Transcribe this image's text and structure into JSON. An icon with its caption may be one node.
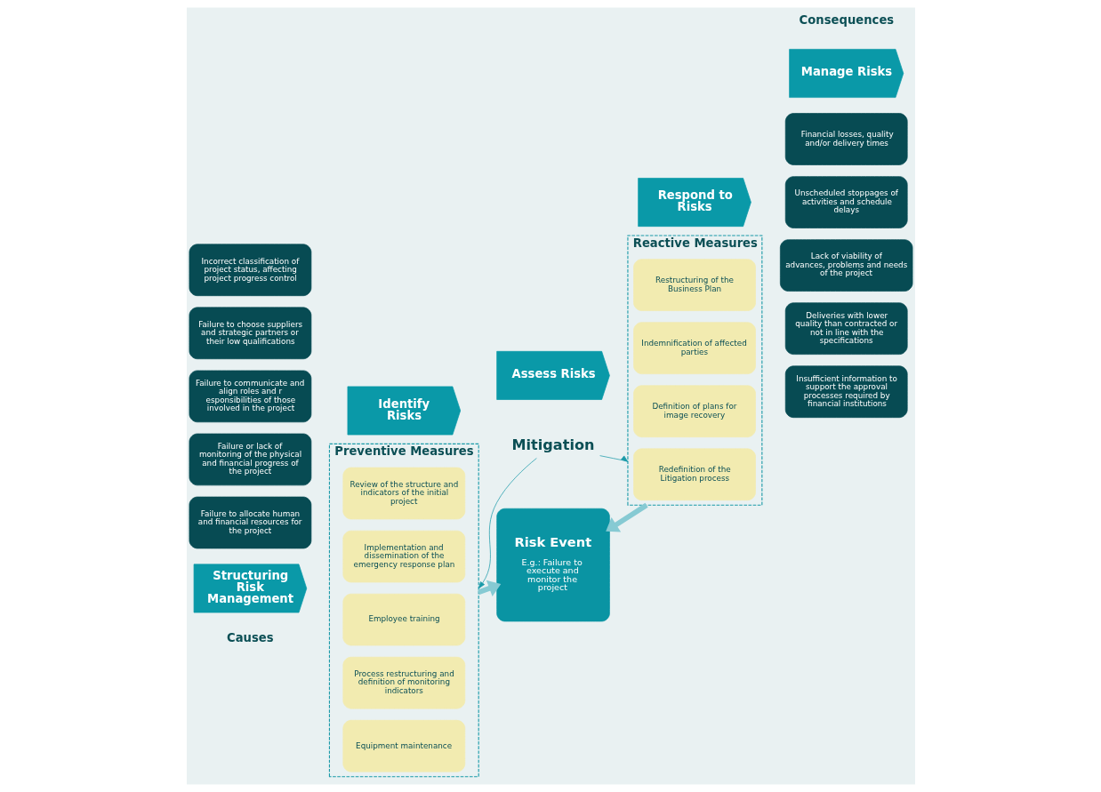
{
  "diagram": {
    "nodes": [
      {
        "text": [
          "Structuring Risk Management"
        ]
      },
      {
        "text": [
          "Identify Risks"
        ]
      },
      {
        "text": [
          "Assess Risks"
        ]
      },
      {
        "text": [
          "Respond to Risks"
        ]
      },
      {
        "text": [
          "Manage Risks"
        ]
      },
      {
        "text": [
          "Mitigation"
        ]
      },
      {
        "text": [
          "Failure to allocate human and financial resources for the project"
        ]
      },
      {
        "text": [
          "Failure or lack of monitoring of the physical and financial progress of the project"
        ]
      },
      {
        "text": [
          "Failure to communicate and align roles and r esponsibilities of those involved in the project"
        ]
      },
      {
        "text": [
          "Failure to choose suppliers and strategic partners or their low qualifications"
        ]
      },
      {
        "text": [
          "Incorrect classification of project status, affecting project progress control"
        ]
      },
      {
        "text": [
          "Preventive Measures"
        ]
      },
      {
        "text": [
          "Review of the structure and indicators of the initial project"
        ],
        "in": 11
      },
      {
        "text": [
          "Implementation and dissemination of the emergency response plan"
        ],
        "in": 11
      },
      {
        "text": [
          "Employee training"
        ],
        "in": 11
      },
      {
        "text": [
          "Process restructuring and definition of monitoring indicators"
        ],
        "in": 11
      },
      {
        "text": [
          "Equipment maintenance"
        ],
        "in": 11
      },
      {
        "text": [
          "Risk Event",
          "E.g.: Failure to execute and monitor the project"
        ]
      },
      {
        "text": [
          "Reactive Measures"
        ]
      },
      {
        "text": [
          "Indemnification of affected parties"
        ],
        "in": 18
      },
      {
        "text": [
          "Definition of plans for image recovery"
        ],
        "in": 18
      },
      {
        "text": [
          "Redefinition of the Litigation process"
        ],
        "in": 18
      },
      {
        "text": [
          "Restructuring of the Business Plan"
        ],
        "in": 18
      },
      {
        "text": [
          "Financial losses, quality and/or delivery times"
        ]
      },
      {
        "text": [
          "Unscheduled stoppages of activities and schedule delays"
        ]
      },
      {
        "text": [
          "Lack of viability of advances, problems and needs of the project"
        ]
      },
      {
        "text": [
          "Deliveries with lower quality than contracted or not in line with the specifications"
        ]
      },
      {
        "text": [
          "Insufficient information to support the approval processes required by financial institutions"
        ]
      }
    ],
    "edges": [
      {
        "from": 5,
        "to": 11,
        "arrow": "to"
      },
      {
        "from": 5,
        "to": 18,
        "arrow": "to"
      },
      {
        "from": 11,
        "to": 17,
        "arrow": "to",
        "style": "thick",
        "color": "#86cad3"
      },
      {
        "from": 18,
        "to": 17,
        "arrow": "to",
        "style": "thick",
        "color": "#86cad3"
      }
    ],
    "labels": [
      "Causes",
      "Consequences"
    ]
  }
}
